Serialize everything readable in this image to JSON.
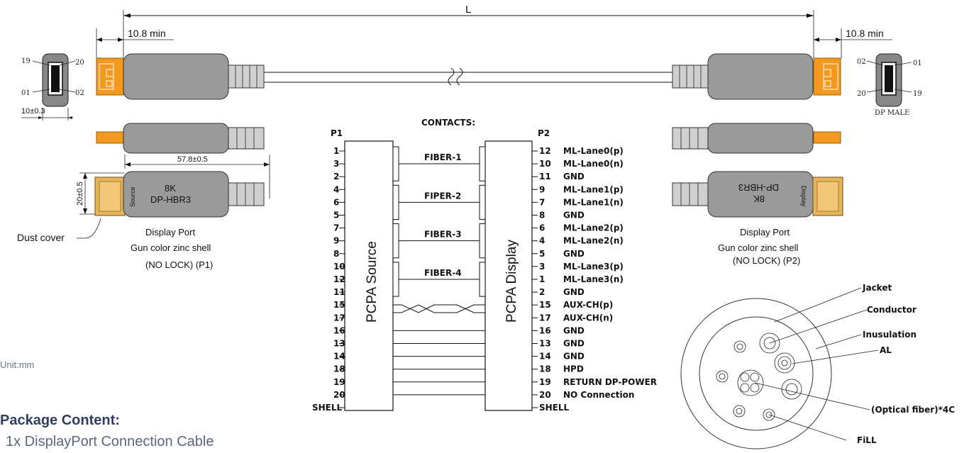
{
  "dimensions": {
    "length_label": "L",
    "left_min": "10.8 min",
    "right_min": "10.8 min",
    "plug_width": "10±0.3",
    "body_length": "57.8±0.5",
    "body_height": "20±0.5"
  },
  "pin_numbers_face": {
    "left_top_left": "19",
    "left_top_right": "20",
    "left_bottom_left": "01",
    "left_bottom_right": "02",
    "right_top_left": "02",
    "right_top_right": "01",
    "right_bottom_left": "20",
    "right_bottom_right": "19",
    "right_caption": "DP MALE"
  },
  "p1": {
    "body_line1": "8K",
    "body_line2": "DP-HBR3",
    "side_label": "Source",
    "dust_cover": "Dust cover",
    "caption_1": "Display Port",
    "caption_2": "Gun color zinc shell",
    "caption_3": "(NO LOCK)  (P1)"
  },
  "p2": {
    "body_line1": "8K",
    "body_line2": "DP-HBR3",
    "side_label": "Display",
    "caption_1": "Display Port",
    "caption_2": "Gun color zinc shell",
    "caption_3": "(NO LOCK)  (P2)"
  },
  "contacts": {
    "title": "CONTACTS:",
    "p1_header": "P1",
    "p2_header": "P2",
    "left_box_label": "PCPA Source",
    "right_box_label": "PCPA Display",
    "left_pins": [
      "1",
      "3",
      "2",
      "4",
      "6",
      "5",
      "7",
      "9",
      "8",
      "10",
      "12",
      "11",
      "15",
      "17",
      "16",
      "13",
      "14",
      "18",
      "19",
      "20",
      "SHELL"
    ],
    "right_pins": [
      "12",
      "10",
      "11",
      "9",
      "7",
      "8",
      "6",
      "4",
      "5",
      "3",
      "1",
      "2",
      "15",
      "17",
      "16",
      "13",
      "14",
      "18",
      "19",
      "20",
      "SHELL"
    ],
    "right_signals": [
      "ML-Lane0(p)",
      "ML-Lane0(n)",
      "GND",
      "ML-Lane1(p)",
      "ML-Lane1(n)",
      "GND",
      "ML-Lane2(p)",
      "ML-Lane2(n)",
      "GND",
      "ML-Lane3(p)",
      "ML-Lane3(n)",
      "GND",
      "AUX-CH(p)",
      "AUX-CH(n)",
      "GND",
      "GND",
      "GND",
      "HPD",
      "RETURN DP-POWER",
      "NO Connection",
      ""
    ],
    "fibers": [
      "FIBER-1",
      "FIPER-2",
      "FIBER-3",
      "FIBER-4"
    ]
  },
  "cross_section": {
    "jacket": "Jacket",
    "conductor": "Conductor",
    "insulation": "Inusulation",
    "al": "AL",
    "optical": "(Optical  fiber)*4C",
    "fill": "FiLL"
  },
  "unit_label": "Unit:mm",
  "package": {
    "title": "Package Content:",
    "item": "1x DisplayPort Connection Cable"
  }
}
